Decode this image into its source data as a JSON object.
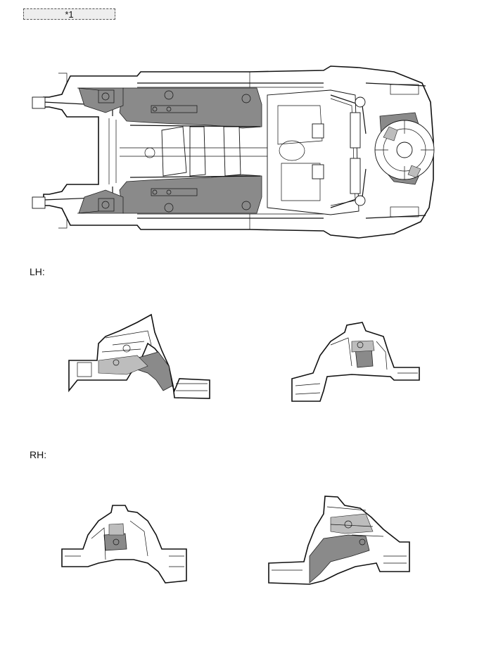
{
  "callout": {
    "label": "*1"
  },
  "sections": {
    "lh_label": "LH:",
    "rh_label": "RH:"
  },
  "colors": {
    "line": "#111111",
    "shade_dark": "#8a8a8a",
    "shade_light": "#bdbdbd",
    "callout_bg": "#eeeeee"
  }
}
